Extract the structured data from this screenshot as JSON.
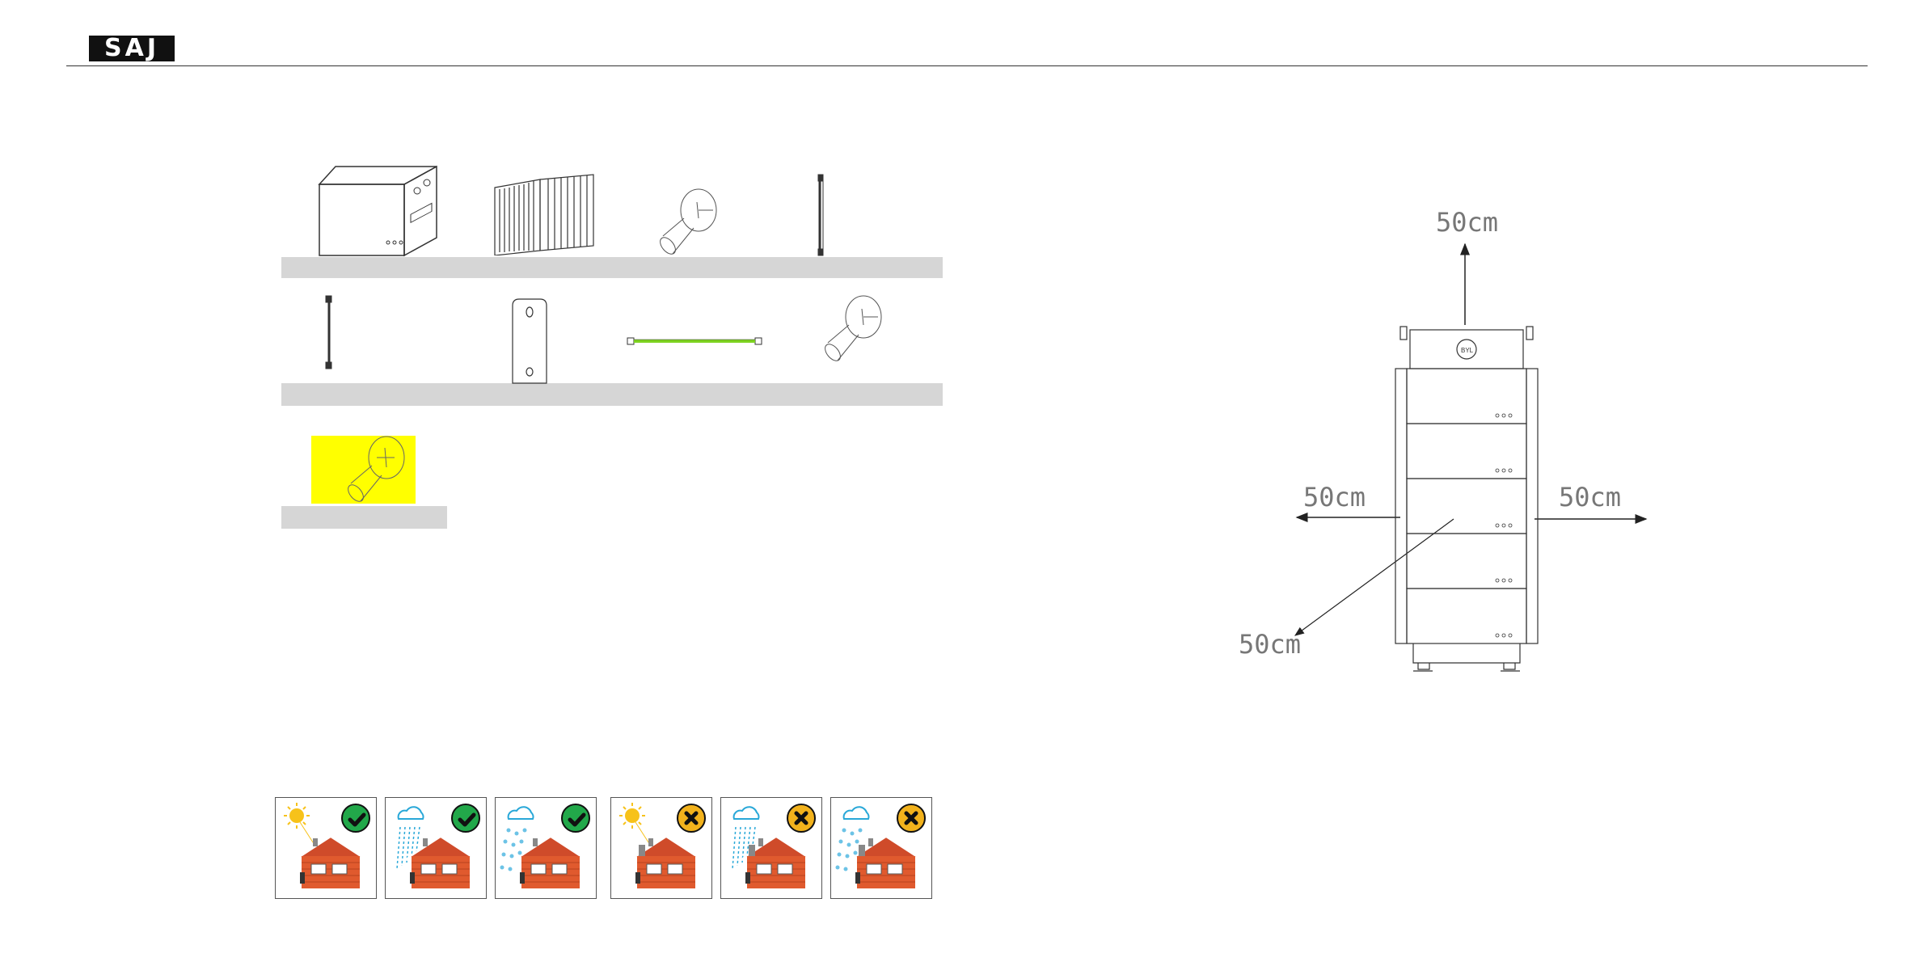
{
  "header": {
    "logo_text": "SAJ"
  },
  "accessories": {
    "rows": [
      {
        "items": [
          "battery-module-icon",
          "base-bracket-icon",
          "expansion-bolt-icon",
          "connecting-bar-icon"
        ]
      },
      {
        "items": [
          "side-bracket-icon",
          "wall-plate-icon",
          "power-cable-icon",
          "expansion-bolt-icon"
        ]
      },
      {
        "items": [
          "screw-icon"
        ]
      }
    ],
    "highlight_color": "#ffff00",
    "cable_color": "#7ed321"
  },
  "environment": {
    "tiles": [
      {
        "weather": "sun",
        "status": "ok"
      },
      {
        "weather": "rain",
        "status": "ok"
      },
      {
        "weather": "snow",
        "status": "ok"
      },
      {
        "weather": "sun",
        "status": "not-ok"
      },
      {
        "weather": "rain",
        "status": "not-ok"
      },
      {
        "weather": "snow",
        "status": "not-ok"
      }
    ],
    "ok_color": "#22a84a",
    "not_ok_color": "#f2b21c"
  },
  "clearance": {
    "top": "50cm",
    "left": "50cm",
    "right": "50cm",
    "front": "50cm"
  }
}
